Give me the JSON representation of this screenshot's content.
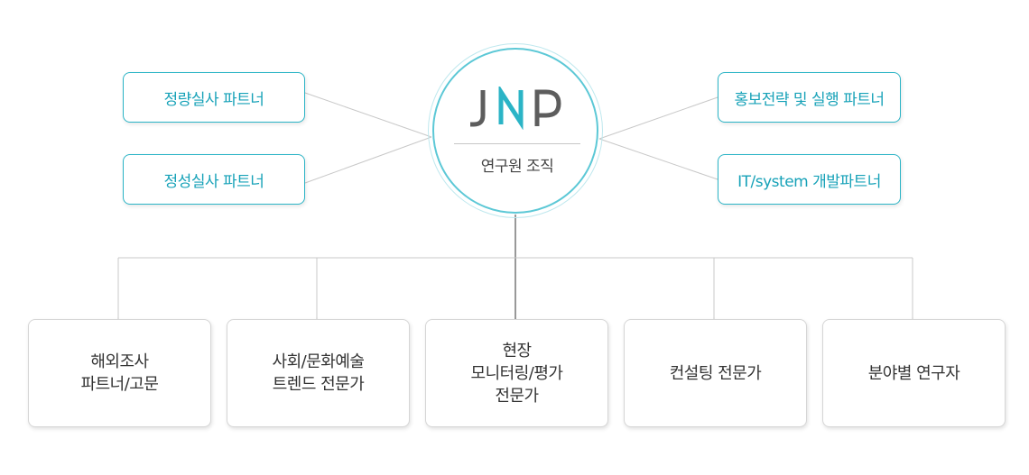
{
  "center": {
    "logo_text": "JNP",
    "label": "연구원 조직",
    "accent_color": "#2bb4c6"
  },
  "partners_left": [
    {
      "label": "정량실사 파트너"
    },
    {
      "label": "정성실사 파트너"
    }
  ],
  "partners_right": [
    {
      "label": "홍보전략 및 실행 파트너"
    },
    {
      "label": "IT/system 개발파트너"
    }
  ],
  "roles": [
    {
      "lines": [
        "해외조사",
        "파트너/고문"
      ]
    },
    {
      "lines": [
        "사회/문화예술",
        "트렌드 전문가"
      ]
    },
    {
      "lines": [
        "현장",
        "모니터링/평가",
        "전문가"
      ]
    },
    {
      "lines": [
        "컨설팅 전문가"
      ]
    },
    {
      "lines": [
        "분야별 연구자"
      ]
    }
  ],
  "colors": {
    "primary_teal": "#2bb4c6",
    "text_dark": "#333333",
    "connector": "#c8c8c8"
  }
}
